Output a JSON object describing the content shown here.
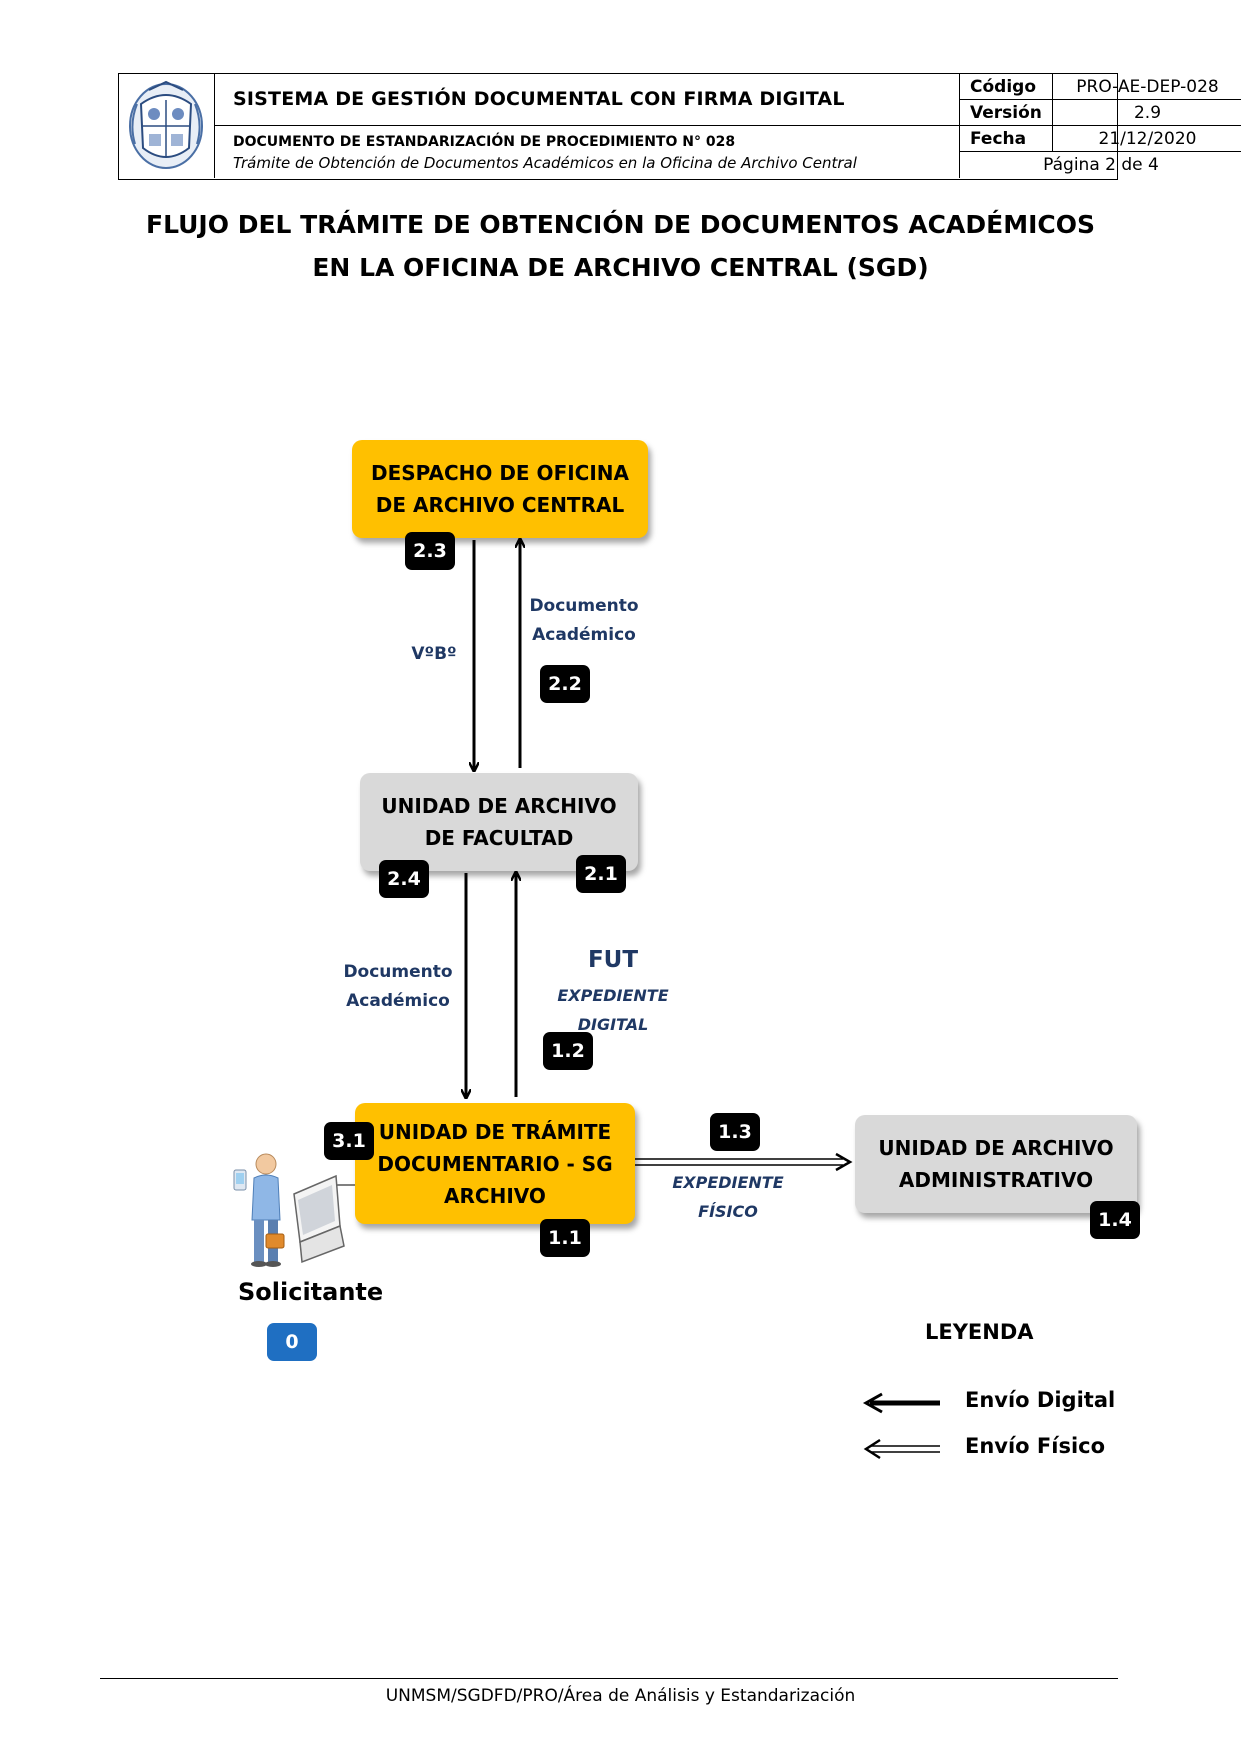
{
  "header": {
    "system_title": "SISTEMA DE GESTIÓN DOCUMENTAL CON FIRMA DIGITAL",
    "doc_title": "DOCUMENTO DE ESTANDARIZACIÓN DE PROCEDIMIENTO N° 028",
    "doc_subtitle": "Trámite de Obtención de Documentos Académicos en la Oficina de Archivo Central",
    "codigo_label": "Código",
    "codigo_value": "PRO-AE-DEP-028",
    "version_label": "Versión",
    "version_value": "2.9",
    "fecha_label": "Fecha",
    "fecha_value": "21/12/2020",
    "pagina": "Página 2 de 4",
    "logo_icon": "university-crest-icon"
  },
  "title": {
    "line1": "FLUJO DEL TRÁMITE DE OBTENCIÓN DE DOCUMENTOS ACADÉMICOS",
    "line2": "EN LA OFICINA DE ARCHIVO CENTRAL (SGD)"
  },
  "nodes": {
    "despacho": {
      "line1": "DESPACHO DE OFICINA",
      "line2": "DE ARCHIVO CENTRAL",
      "color": "#FFC000"
    },
    "facultad": {
      "line1": "UNIDAD DE ARCHIVO",
      "line2": "DE FACULTAD",
      "color": "#D9D9D9"
    },
    "tramite": {
      "line1": "UNIDAD DE TRÁMITE",
      "line2": "DOCUMENTARIO - SG",
      "line3": "ARCHIVO",
      "color": "#FFC000"
    },
    "administrativo": {
      "line1": "UNIDAD DE ARCHIVO",
      "line2": "ADMINISTRATIVO",
      "color": "#D9D9D9"
    }
  },
  "steps": {
    "s0": "0",
    "s11": "1.1",
    "s12": "1.2",
    "s13": "1.3",
    "s14": "1.4",
    "s21": "2.1",
    "s22": "2.2",
    "s23": "2.3",
    "s24": "2.4",
    "s31": "3.1"
  },
  "labels": {
    "vobo": "VºBº",
    "doc_acad_top_1": "Documento",
    "doc_acad_top_2": "Académico",
    "doc_acad_mid_1": "Documento",
    "doc_acad_mid_2": "Académico",
    "fut": "FUT",
    "exp_digital": "EXPEDIENTE DIGITAL",
    "exp_fisico_1": "EXPEDIENTE",
    "exp_fisico_2": "FÍSICO"
  },
  "solicitante": {
    "label": "Solicitante",
    "icon": "user-with-laptop-icon"
  },
  "legend": {
    "title": "LEYENDA",
    "digital": "Envío Digital",
    "fisico": "Envío Físico"
  },
  "footer": {
    "text": "UNMSM/SGDFD/PRO/Área de Análisis y Estandarización"
  },
  "colors": {
    "accent_label": "#1F3864",
    "step_badge": "#000000",
    "start_badge": "#1F6FC2"
  }
}
